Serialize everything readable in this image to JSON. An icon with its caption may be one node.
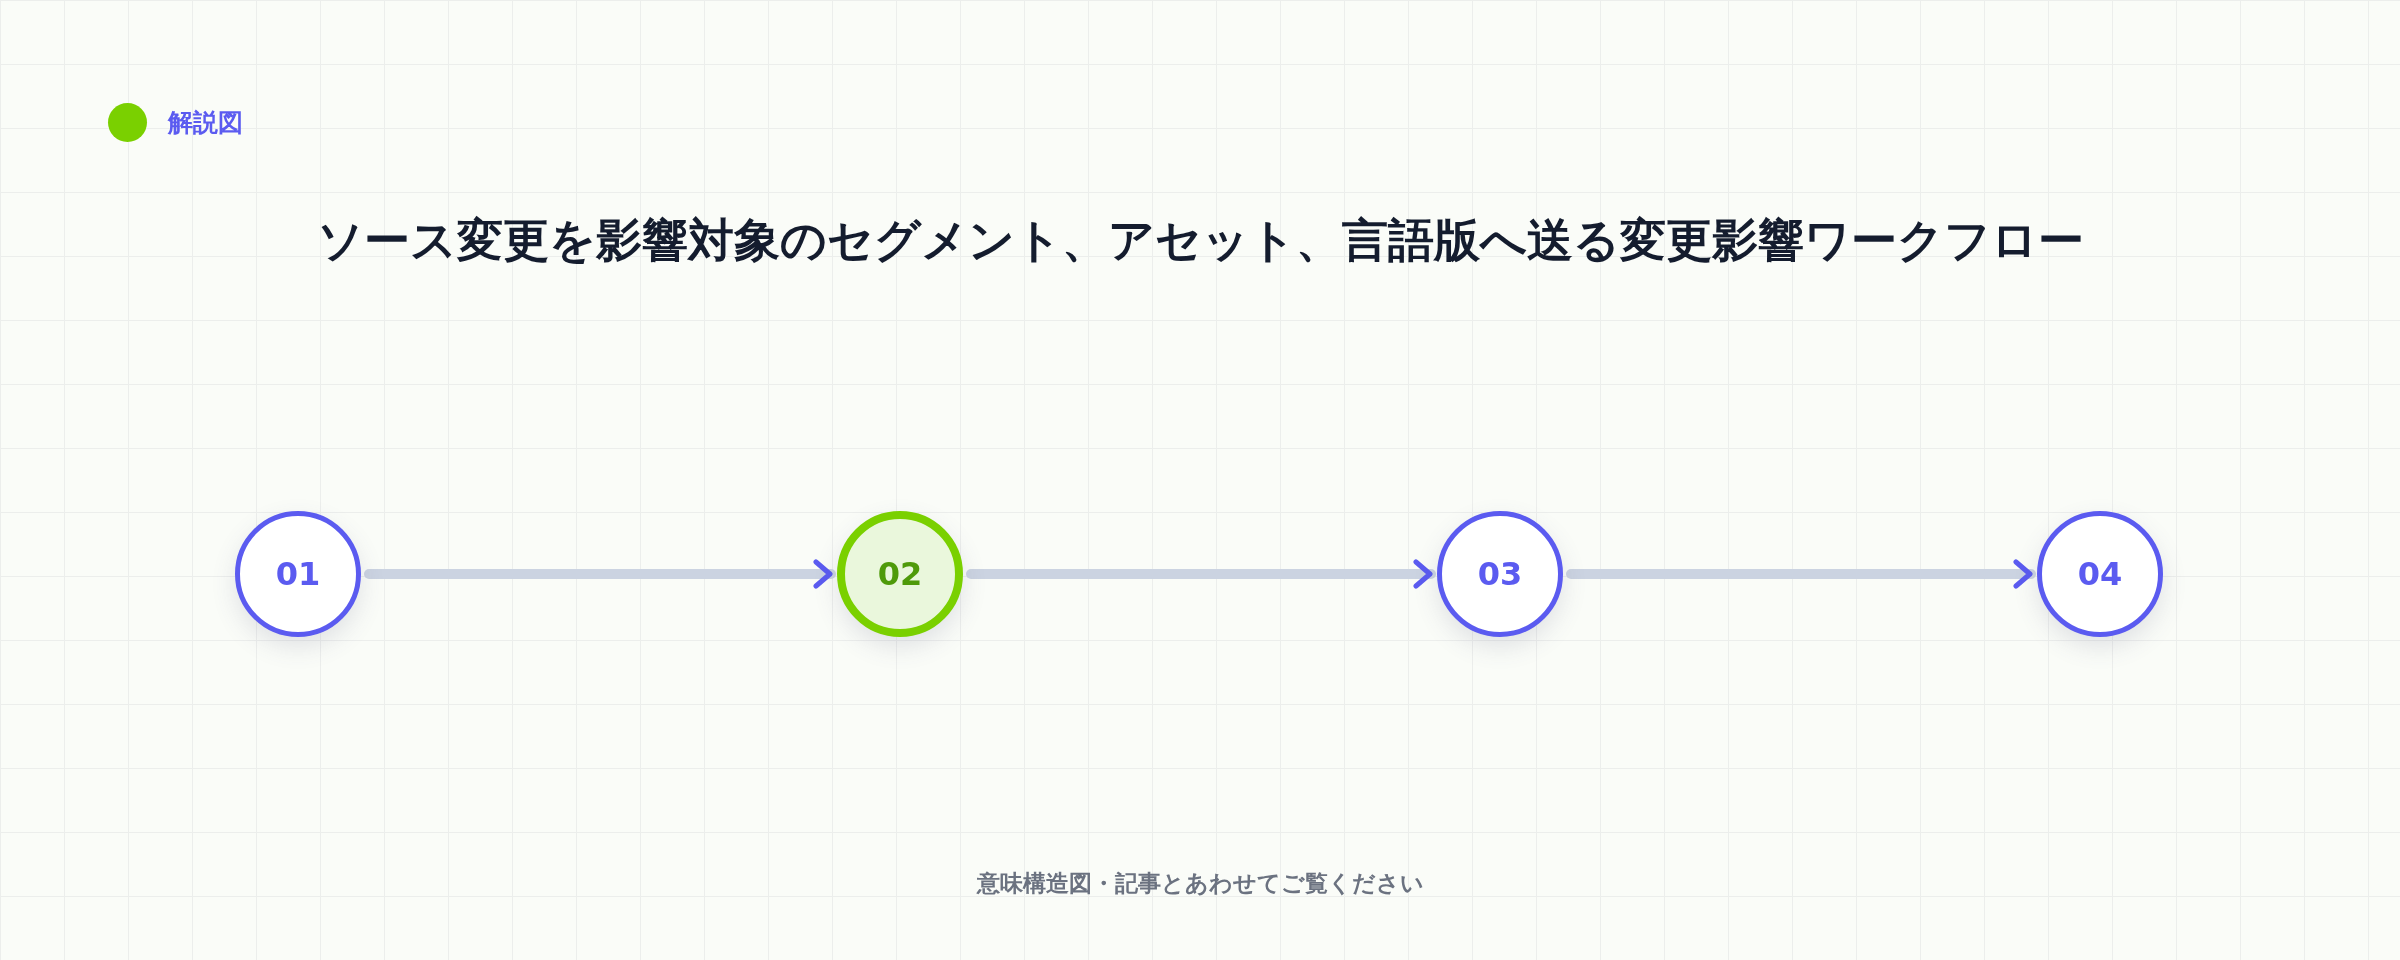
{
  "diagram": {
    "title": "ソース変更を影響対象のセグメント、アセット、言語版へ送る変更影響ワークフロー",
    "caption": "意味構造図・記事とあわせてご覧ください",
    "labels": [
      "解説図"
    ],
    "nodes": [
      {
        "text": [
          "01"
        ]
      },
      {
        "text": [
          "02"
        ]
      },
      {
        "text": [
          "03"
        ]
      },
      {
        "text": [
          "04"
        ]
      }
    ],
    "edges": [
      {
        "from": 0,
        "to": 1,
        "arrow": "to"
      },
      {
        "from": 1,
        "to": 2,
        "arrow": "to"
      },
      {
        "from": 2,
        "to": 3,
        "arrow": "to"
      }
    ]
  }
}
